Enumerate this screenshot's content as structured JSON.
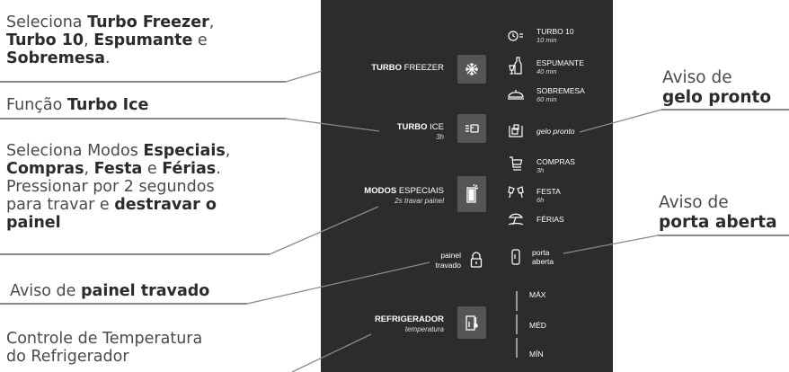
{
  "annotations": {
    "turbo_select": {
      "line1_a": "Seleciona ",
      "line1_b": "Turbo Freezer",
      "line1_c": ",",
      "line2_a": "Turbo 10",
      "line2_b": ", ",
      "line2_c": "Espumante",
      "line2_d": " e",
      "line3_a": "Sobremesa",
      "line3_b": "."
    },
    "turbo_ice": {
      "a": "Função ",
      "b": "Turbo Ice"
    },
    "modos": {
      "line1_a": "Seleciona Modos ",
      "line1_b": "Especiais",
      "line1_c": ",",
      "line2_a": "Compras",
      "line2_b": ", ",
      "line2_c": "Festa",
      "line2_d": " e ",
      "line2_e": "Férias",
      "line2_f": ".",
      "line3": "Pressionar por 2 segundos",
      "line4_a": "para travar e ",
      "line4_b": "destravar o",
      "line5": "painel"
    },
    "painel_travado": {
      "a": "Aviso de ",
      "b": "painel travado"
    },
    "controle": {
      "line1": "Controle de Temperatura",
      "line2": "do Refrigerador"
    },
    "gelo": {
      "a": "Aviso de",
      "b": "gelo pronto"
    },
    "porta": {
      "a": "Aviso de",
      "b": "porta aberta"
    }
  },
  "panel": {
    "turbo_freezer": {
      "bold": "TURBO",
      "rest": " FREEZER"
    },
    "turbo_ice": {
      "bold": "TURBO",
      "rest": " ICE",
      "sub": "3h"
    },
    "modos": {
      "bold": "MODOS",
      "rest": " ESPECIAIS",
      "sub": "2s travar painel"
    },
    "painel_travado": {
      "l1": "painel",
      "l2": "travado"
    },
    "refrigerador": {
      "bold": "REFRIGERADOR",
      "sub": "temperatura"
    },
    "right": {
      "turbo10": {
        "label": "TURBO 10",
        "sub": "10 min"
      },
      "espumante": {
        "label": "ESPUMANTE",
        "sub": "40 min"
      },
      "sobremesa": {
        "label": "SOBREMESA",
        "sub": "60 min"
      },
      "gelo": {
        "label": "gelo pronto"
      },
      "compras": {
        "label": "COMPRAS",
        "sub": "3h"
      },
      "festa": {
        "label": "FESTA",
        "sub": "6h"
      },
      "ferias": {
        "label": "FÉRIAS"
      },
      "porta": {
        "l1": "porta",
        "l2": "aberta"
      }
    },
    "levels": {
      "max": "MÁX",
      "med": "MÉD",
      "min": "MÍN"
    }
  },
  "icons": {
    "snowflake": "snowflake-icon",
    "ice": "ice-tray-icon",
    "modes": "modes-icon",
    "lock": "lock-icon",
    "thermometer": "thermometer-icon",
    "timer": "timer-icon",
    "bottle": "bottle-glass-icon",
    "dessert": "dessert-icon",
    "ice_ready": "ice-ready-icon",
    "cart": "cart-icon",
    "party": "glasses-icon",
    "vacation": "vacation-icon",
    "door": "door-icon"
  },
  "colors": {
    "panel": "#2c2c2c",
    "button": "#555555",
    "annotation_text": "#4a4a4a",
    "lead_line": "#8a8a8a"
  }
}
